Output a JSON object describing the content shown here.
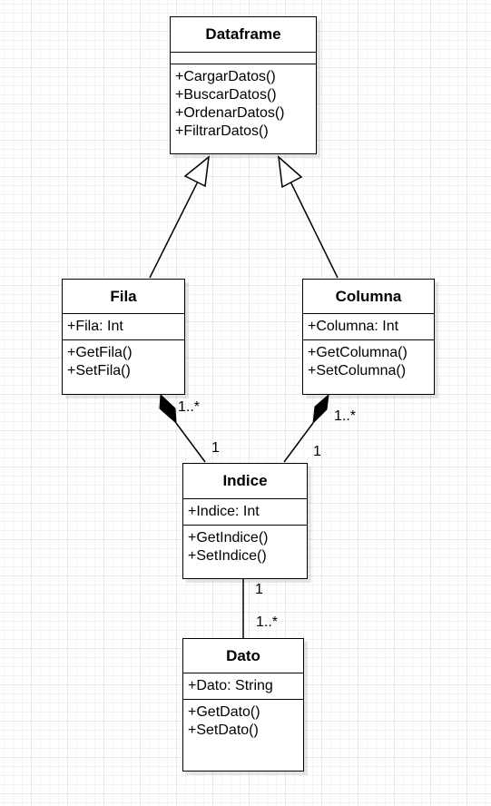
{
  "classes": {
    "dataframe": {
      "name": "Dataframe",
      "attributes": [],
      "methods": [
        "+CargarDatos()",
        "+BuscarDatos()",
        "+OrdenarDatos()",
        "+FiltrarDatos()"
      ]
    },
    "fila": {
      "name": "Fila",
      "attributes": [
        "+Fila: Int"
      ],
      "methods": [
        "+GetFila()",
        "+SetFila()"
      ]
    },
    "columna": {
      "name": "Columna",
      "attributes": [
        "+Columna: Int"
      ],
      "methods": [
        "+GetColumna()",
        "+SetColumna()"
      ]
    },
    "indice": {
      "name": "Indice",
      "attributes": [
        "+Indice: Int"
      ],
      "methods": [
        "+GetIndice()",
        "+SetIndice()"
      ]
    },
    "dato": {
      "name": "Dato",
      "attributes": [
        "+Dato: String"
      ],
      "methods": [
        "+GetDato()",
        "+SetDato()"
      ]
    }
  },
  "relations": {
    "fila_indice": {
      "source_mult": "1..*",
      "target_mult": "1"
    },
    "columna_indice": {
      "source_mult": "1..*",
      "target_mult": "1"
    },
    "indice_dato": {
      "source_mult": "1",
      "target_mult": "1..*"
    }
  }
}
